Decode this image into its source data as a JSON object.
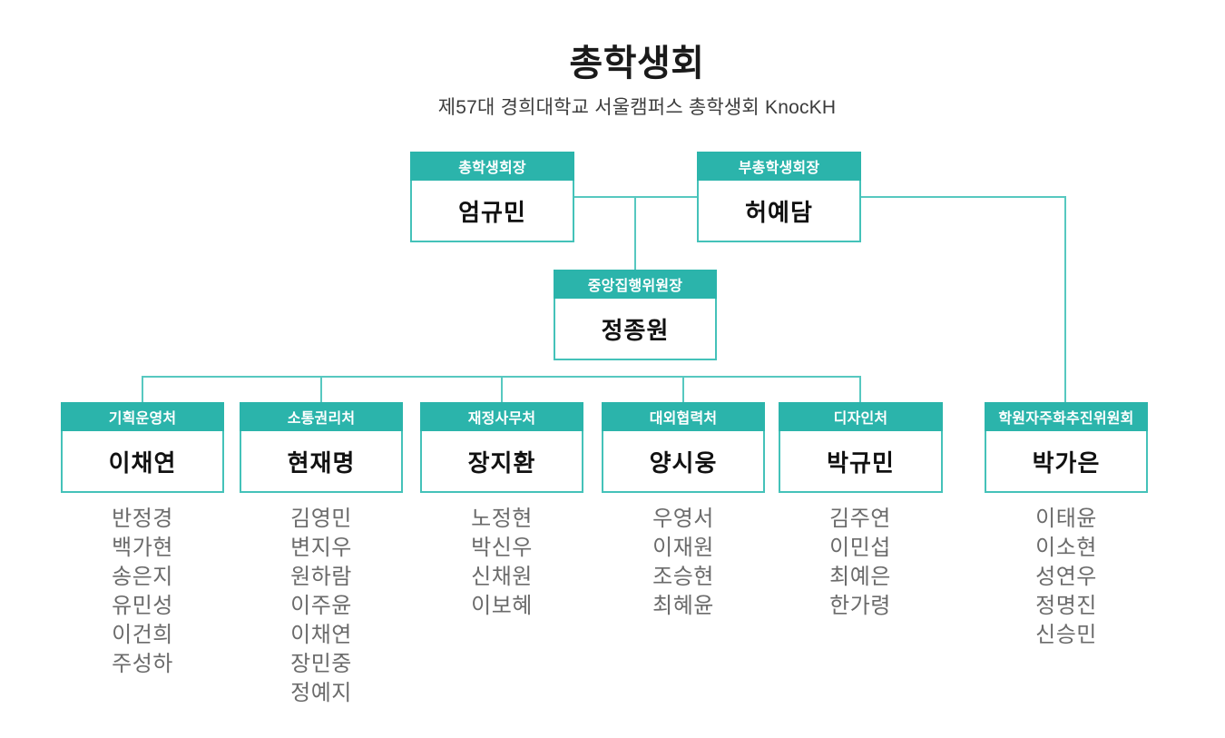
{
  "header": {
    "title": "총학생회",
    "subtitle": "제57대 경희대학교 서울캠퍼스 총학생회 KnocKH"
  },
  "colors": {
    "teal_header": "#2BB4AB",
    "teal_border": "#44C2B9",
    "teal_line": "#57C8C0",
    "name_text": "#111111",
    "member_text": "#6B6B6B",
    "title_text": "#1A1A1A",
    "subtitle_text": "#3C3C3C"
  },
  "nodes": {
    "president": {
      "role": "총학생회장",
      "name": "엄규민"
    },
    "vice_president": {
      "role": "부총학생회장",
      "name": "허예담"
    },
    "central_chair": {
      "role": "중앙집행위원장",
      "name": "정종원"
    }
  },
  "departments": [
    {
      "title": "기획운영처",
      "head": "이채연",
      "members": [
        "반정경",
        "백가현",
        "송은지",
        "유민성",
        "이건희",
        "주성하"
      ]
    },
    {
      "title": "소통권리처",
      "head": "현재명",
      "members": [
        "김영민",
        "변지우",
        "원하람",
        "이주윤",
        "이채연",
        "장민중",
        "정예지"
      ]
    },
    {
      "title": "재정사무처",
      "head": "장지환",
      "members": [
        "노정현",
        "박신우",
        "신채원",
        "이보혜"
      ]
    },
    {
      "title": "대외협력처",
      "head": "양시웅",
      "members": [
        "우영서",
        "이재원",
        "조승현",
        "최혜윤"
      ]
    },
    {
      "title": "디자인처",
      "head": "박규민",
      "members": [
        "김주연",
        "이민섭",
        "최예은",
        "한가령"
      ]
    },
    {
      "title": "학원자주화추진위원회",
      "head": "박가은",
      "members": [
        "이태윤",
        "이소현",
        "성연우",
        "정명진",
        "신승민"
      ]
    }
  ]
}
